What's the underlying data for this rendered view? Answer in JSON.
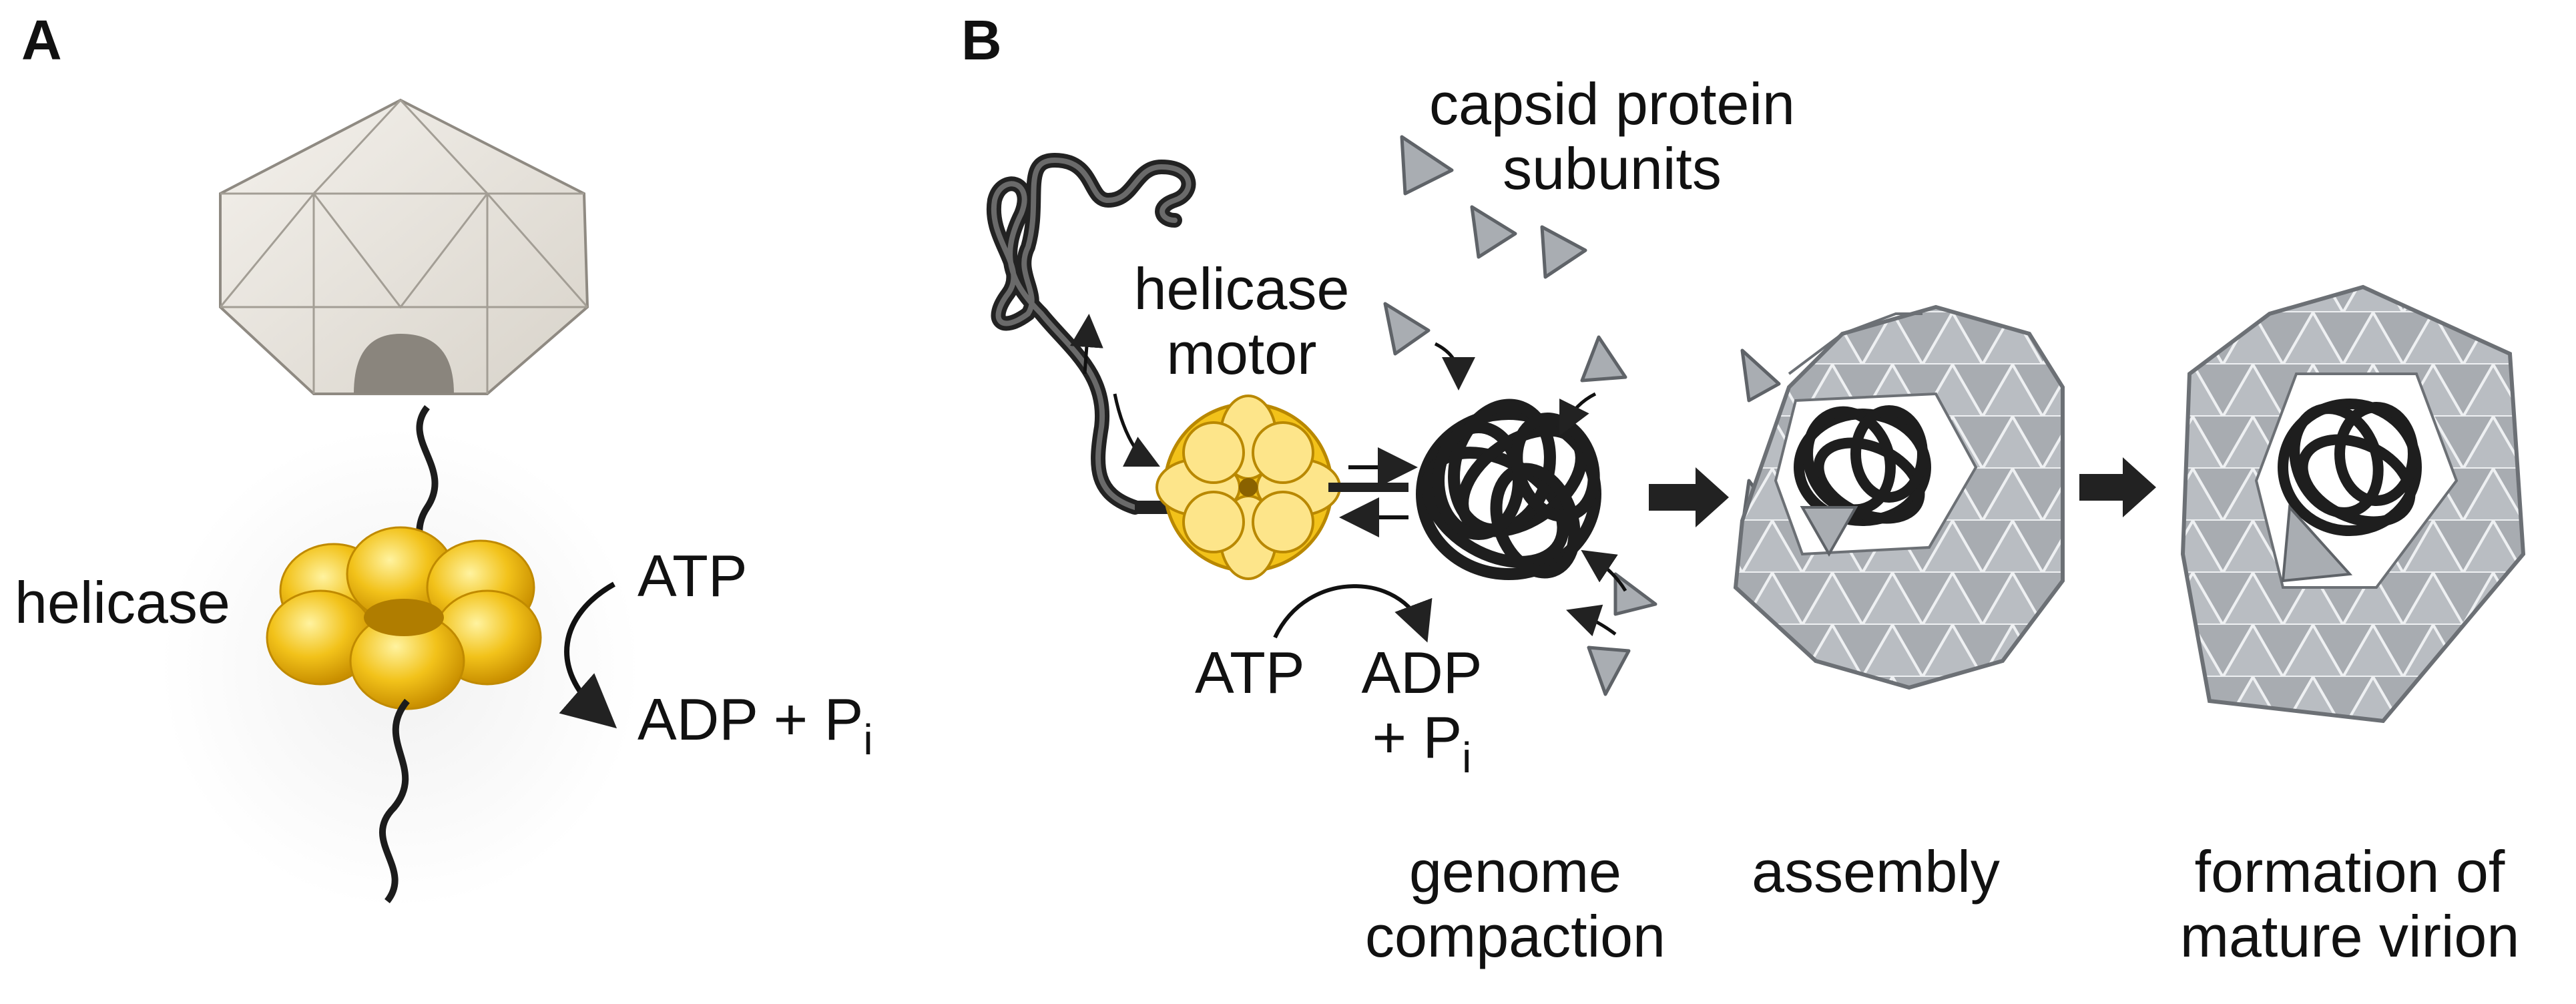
{
  "panel_a": {
    "letter": "A",
    "helicase_label": "helicase",
    "atp_label": "ATP",
    "adp_label": "ADP + P",
    "adp_subscript": "i"
  },
  "panel_b": {
    "letter": "B",
    "capsid_label_line1": "capsid protein",
    "capsid_label_line2": "subunits",
    "motor_label_line1": "helicase",
    "motor_label_line2": "motor",
    "atp_label": "ATP",
    "adp_label_line1": "ADP",
    "adp_label_line2": "+ P",
    "adp_subscript": "i",
    "stage1_line1": "genome",
    "stage1_line2": "compaction",
    "stage2_line1": "assembly",
    "stage3_line1": "formation of",
    "stage3_line2": "mature virion"
  },
  "colors": {
    "helicase_yellow": "#f2c21a",
    "helicase_light": "#fde58a",
    "capsid_gray": "#a9adb2",
    "capsid_shell_a": "#ece8e1",
    "dna": "#2a2a2a",
    "arrow": "#222222"
  }
}
